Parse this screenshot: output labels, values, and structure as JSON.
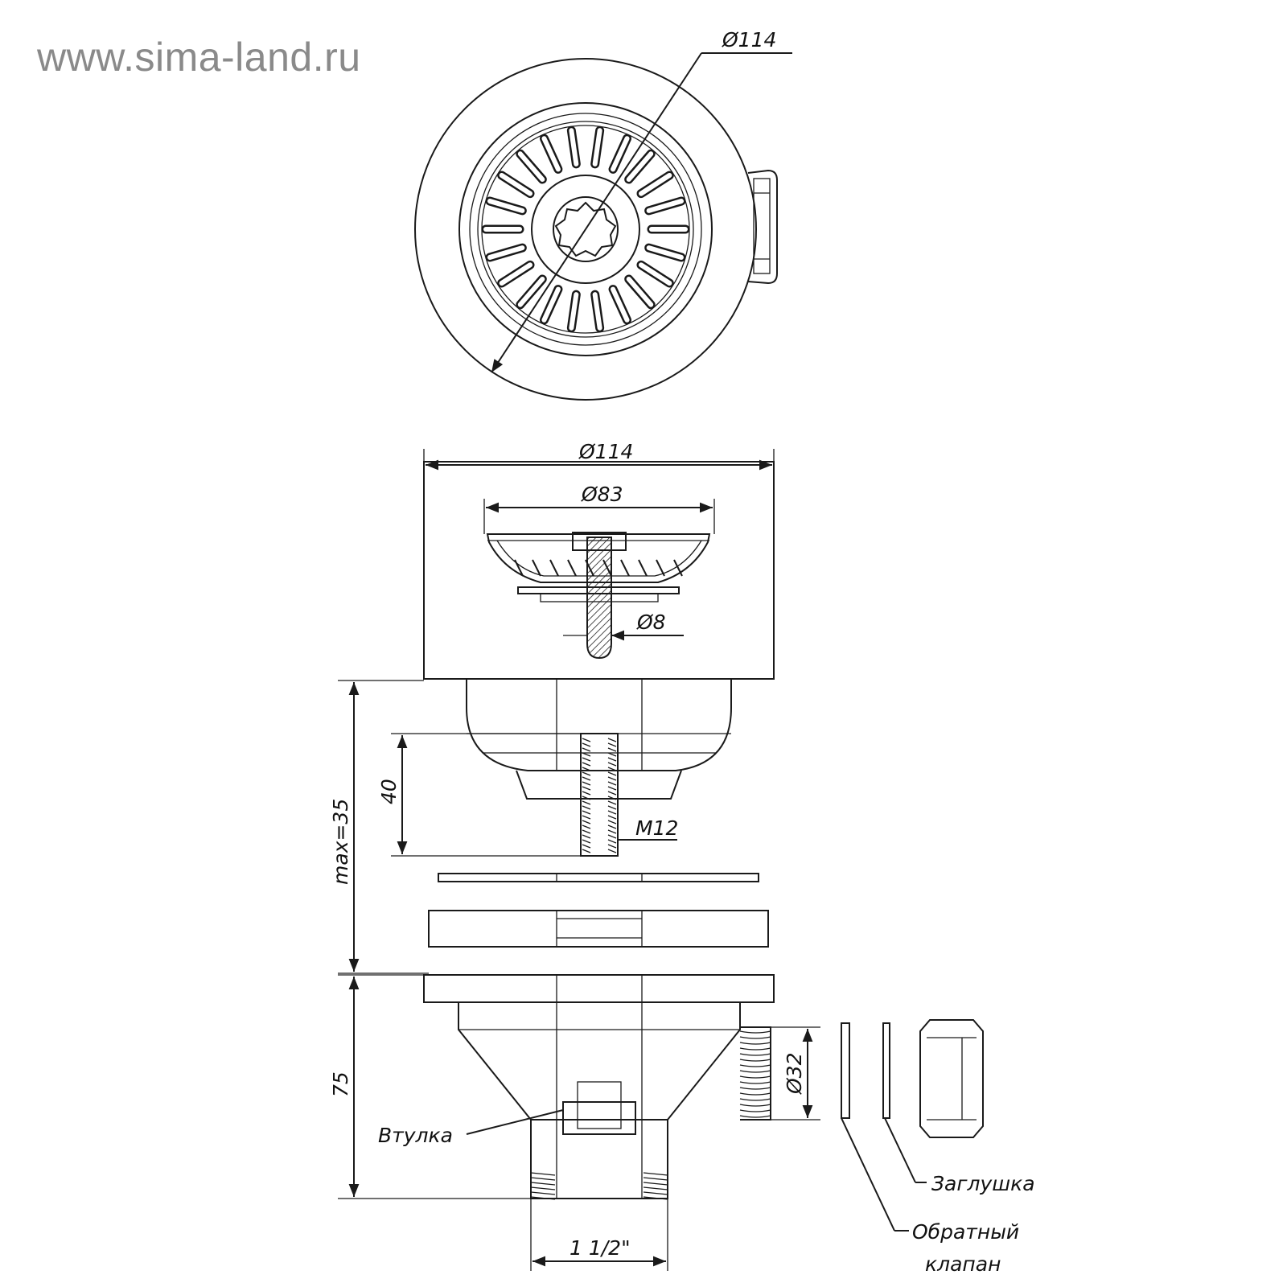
{
  "watermark": "www.sima-land.ru",
  "dimensions": {
    "top_outer_dia": "Ø114",
    "side_outer_dia": "Ø114",
    "strainer_dia": "Ø83",
    "stem_dia": "Ø8",
    "nipple_height": "40",
    "thread": "M12",
    "max_thickness": "max=35",
    "body_height": "75",
    "outlet_dia": "Ø32",
    "outlet_thread": "1 1/2\""
  },
  "parts": {
    "bushing": "Втулка",
    "plug": "Заглушка",
    "check_valve_line1": "Обратный",
    "check_valve_line2": "клапан"
  }
}
